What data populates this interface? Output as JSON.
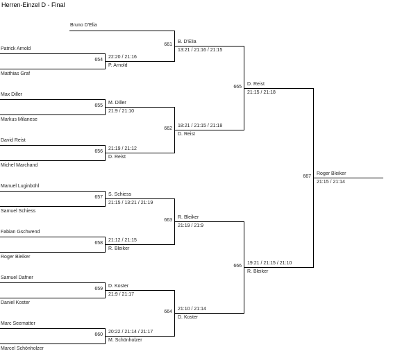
{
  "title": "Herren-Einzel D - Final",
  "bye": "Bruno D'Elia",
  "r1": [
    {
      "no": "654",
      "p1": "Patrick Arnold",
      "p2": "Matthias Graf",
      "winner": "P. Arnold",
      "score": "22:20 / 21:16"
    },
    {
      "no": "655",
      "p1": "Max Diller",
      "p2": "Markus Milanese",
      "winner": "M. Diller",
      "score": "21:9 / 21:10"
    },
    {
      "no": "656",
      "p1": "David Reist",
      "p2": "Michel Marchand",
      "winner": "D. Reist",
      "score": "21:19 / 21:12"
    },
    {
      "no": "657",
      "p1": "Manuel Luginbühl",
      "p2": "Samuel Schiess",
      "winner": "S. Schiess",
      "score": "21:15 / 13:21 / 21:19"
    },
    {
      "no": "658",
      "p1": "Fabian Gschwend",
      "p2": "Roger Bleiker",
      "winner": "R. Bleiker",
      "score": "21:12 / 21:15"
    },
    {
      "no": "659",
      "p1": "Samuel Dafner",
      "p2": "Daniel Koster",
      "winner": "D. Koster",
      "score": "21:9 / 21:17"
    },
    {
      "no": "660",
      "p1": "Marc Seematter",
      "p2": "Marcel Schönholzer",
      "winner": "M. Schönholzer",
      "score": "20:22 / 21:14 / 21:17"
    }
  ],
  "r2": [
    {
      "no": "661",
      "winner": "B. D'Elia",
      "score": "13:21 / 21:16 / 21:15"
    },
    {
      "no": "662",
      "winner": "D. Reist",
      "score": "18:21 / 21:15 / 21:18"
    },
    {
      "no": "663",
      "winner": "R. Bleiker",
      "score": "21:19 / 21:9"
    },
    {
      "no": "664",
      "winner": "D. Koster",
      "score": "21:10 / 21:14"
    }
  ],
  "r3": [
    {
      "no": "665",
      "winner": "D. Reist",
      "score": "21:15 / 21:18"
    },
    {
      "no": "666",
      "winner": "R. Bleiker",
      "score": "19:21 / 21:15 / 21:10"
    }
  ],
  "final": {
    "no": "667",
    "winner": "Roger Bleiker",
    "score": "21:15 / 21:14"
  }
}
